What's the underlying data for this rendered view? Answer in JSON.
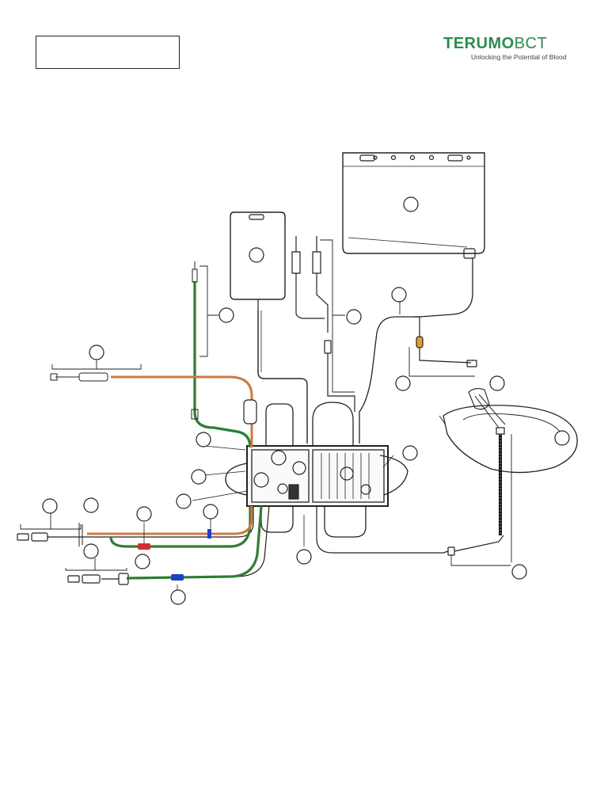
{
  "logo": {
    "brand_primary": "TERUMO",
    "brand_secondary": "BCT",
    "tagline": "Unlocking the Potential of Blood",
    "brand_color": "#2e8b4f"
  },
  "colors": {
    "line": "#222222",
    "green_tube": "#2e7d32",
    "orange_tube": "#cf7a3c",
    "red_clamp": "#d32f2f",
    "blue_clamp": "#1e40c8"
  },
  "callout_count": 27
}
